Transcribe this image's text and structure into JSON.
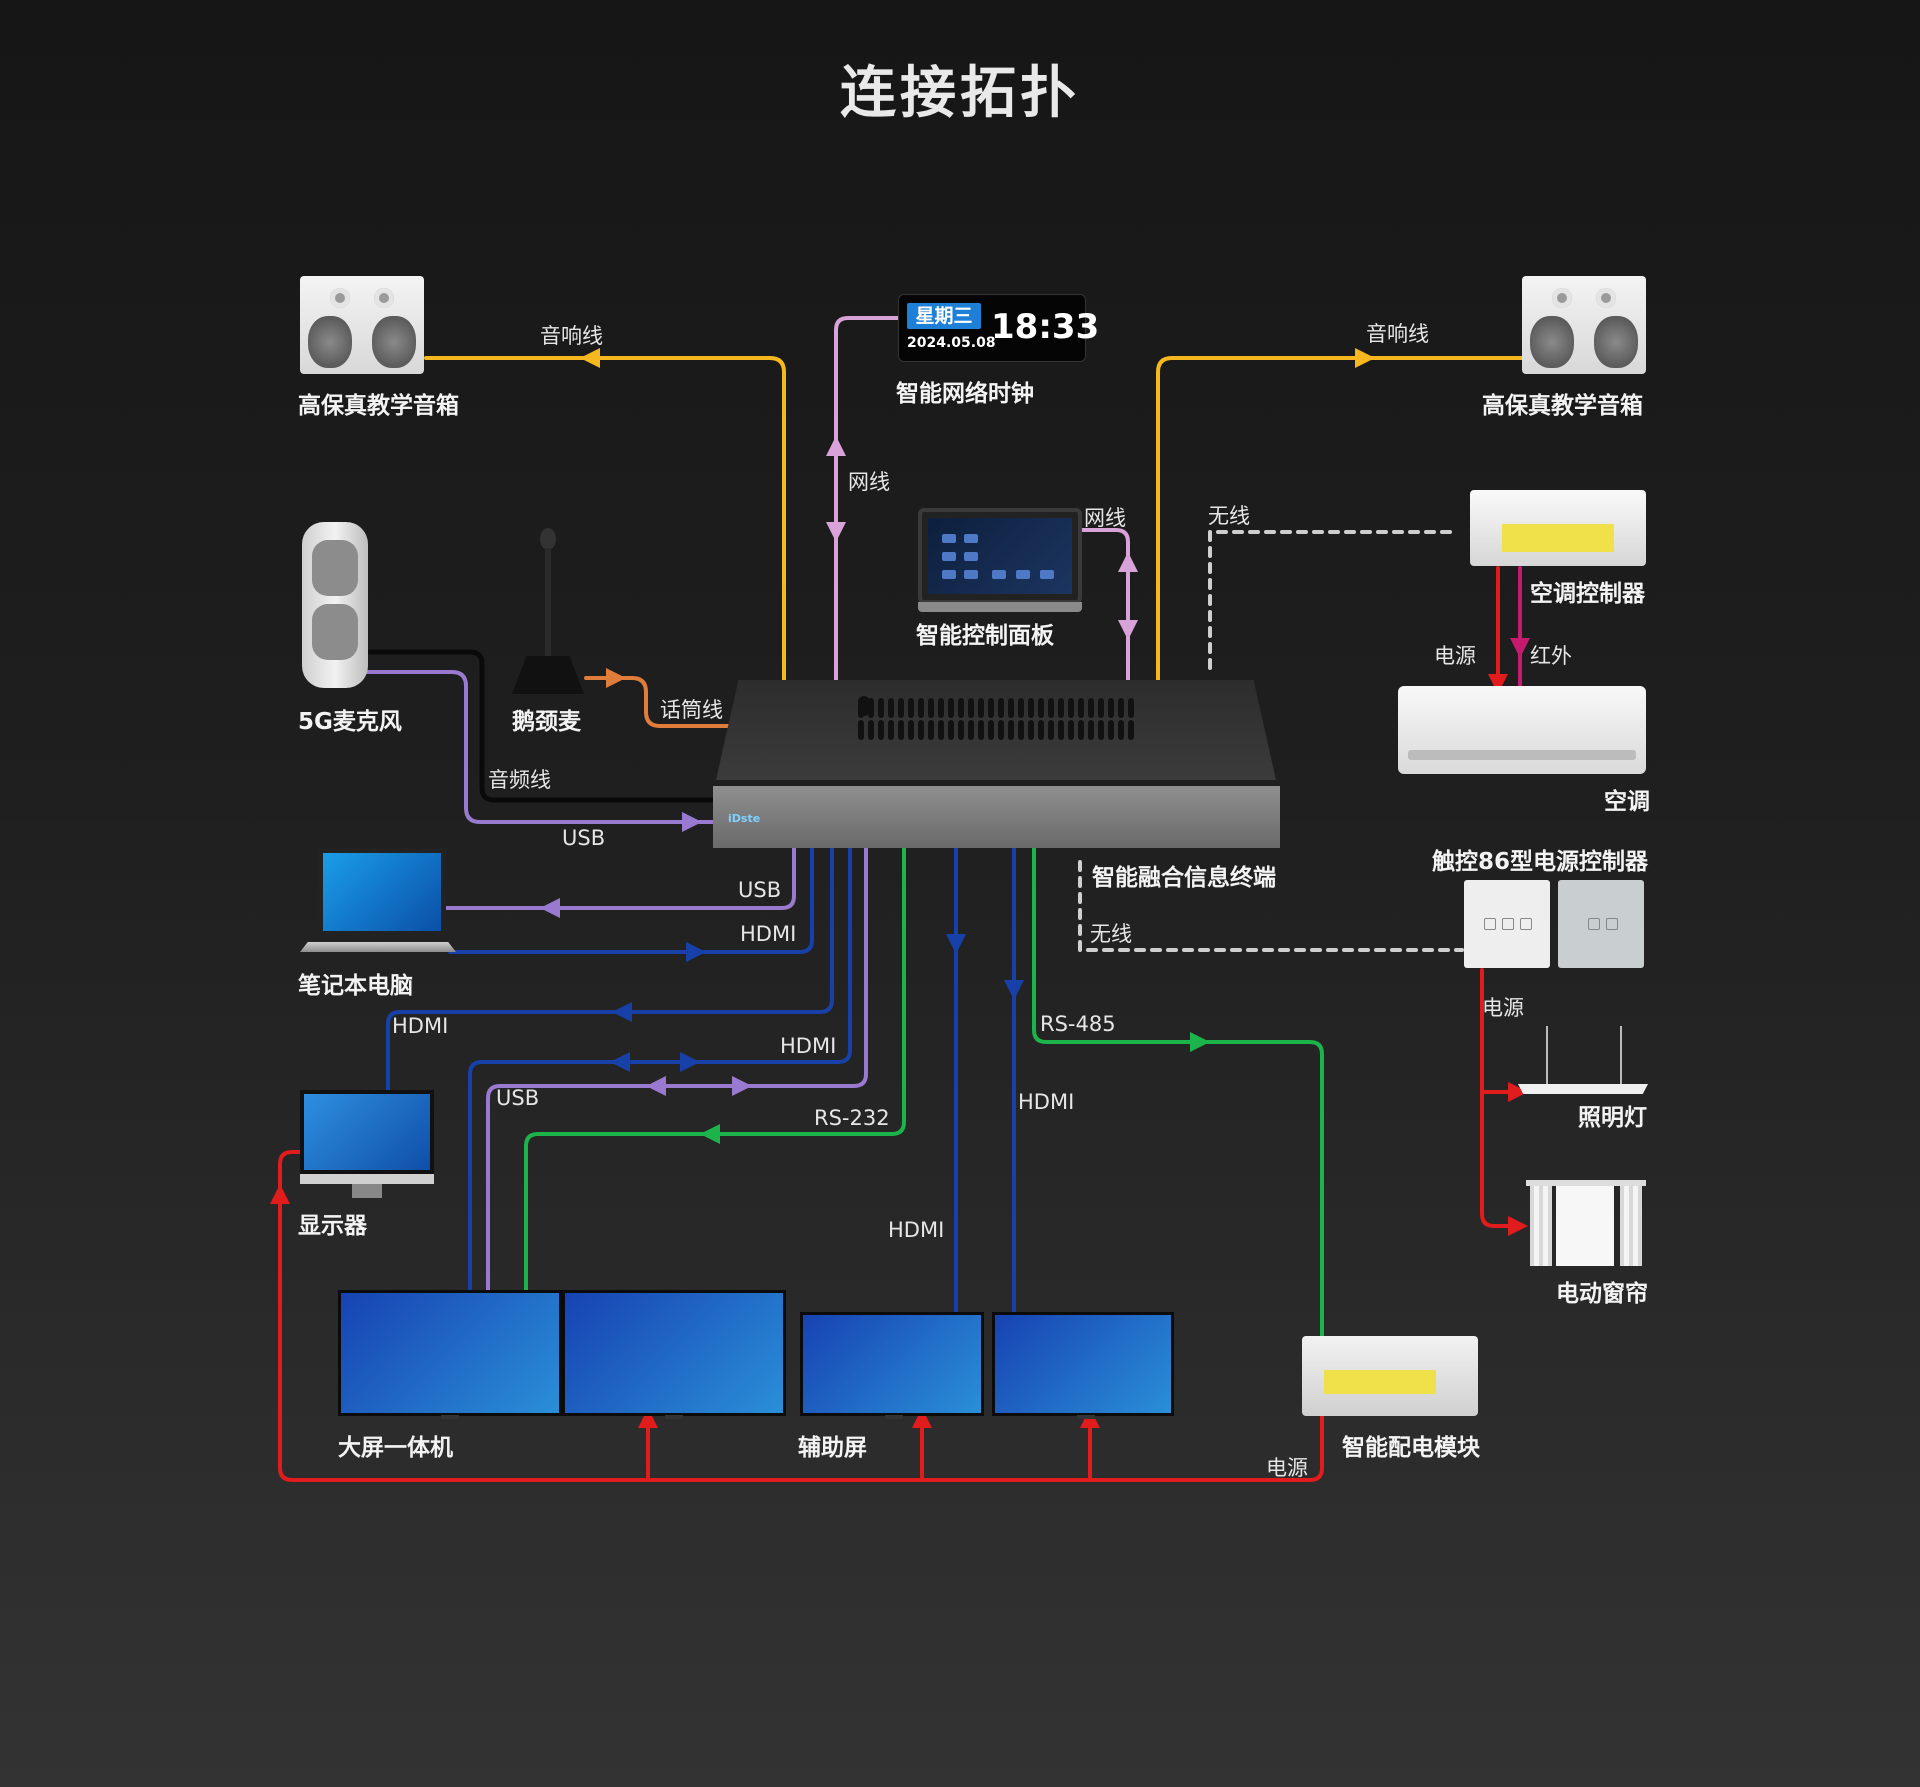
{
  "title": "连接拓扑",
  "terminal": {
    "name": "智能融合信息终端",
    "brand": "iDste"
  },
  "clock": {
    "label": "智能网络时钟",
    "day": "星期三",
    "date": "2024.05.08",
    "time": "18:33"
  },
  "devices": {
    "speaker_left": "高保真教学音箱",
    "speaker_right": "高保真教学音箱",
    "control_panel": "智能控制面板",
    "mic_5g": "5G麦克风",
    "gooseneck_mic": "鹅颈麦",
    "ac_controller": "空调控制器",
    "air_conditioner": "空调",
    "switch_86": "触控86型电源控制器",
    "laptop": "笔记本电脑",
    "monitor": "显示器",
    "lighting": "照明灯",
    "curtain": "电动窗帘",
    "big_screen": "大屏一体机",
    "aux_screen": "辅助屏",
    "power_module": "智能配电模块"
  },
  "wire_labels": {
    "speaker_cable_left": "音响线",
    "speaker_cable_right": "音响线",
    "network_clock": "网线",
    "network_panel": "网线",
    "wireless_ac": "无线",
    "wireless_switch": "无线",
    "power_ac": "电源",
    "infrared": "红外",
    "mic_cable": "话筒线",
    "audio_cable": "音频线",
    "usb_mic": "USB",
    "usb_laptop": "USB",
    "hdmi_laptop": "HDMI",
    "hdmi_monitor": "HDMI",
    "hdmi_big": "HDMI",
    "usb_big": "USB",
    "rs232": "RS-232",
    "rs485": "RS-485",
    "hdmi_aux_right": "HDMI",
    "hdmi_aux_left": "HDMI",
    "power_switch": "电源",
    "power_bus": "电源"
  },
  "colors": {
    "speaker": "#f6b71f",
    "network": "#d9a2d8",
    "audio": "#9a7ad0",
    "mic": "#e07d3a",
    "black": "#0a0a0a",
    "hdmi": "#1740a8",
    "rs": "#1cb34a",
    "power": "#e01c1c",
    "infrared": "#c61a6e",
    "wireless": "#cfcfcf"
  }
}
